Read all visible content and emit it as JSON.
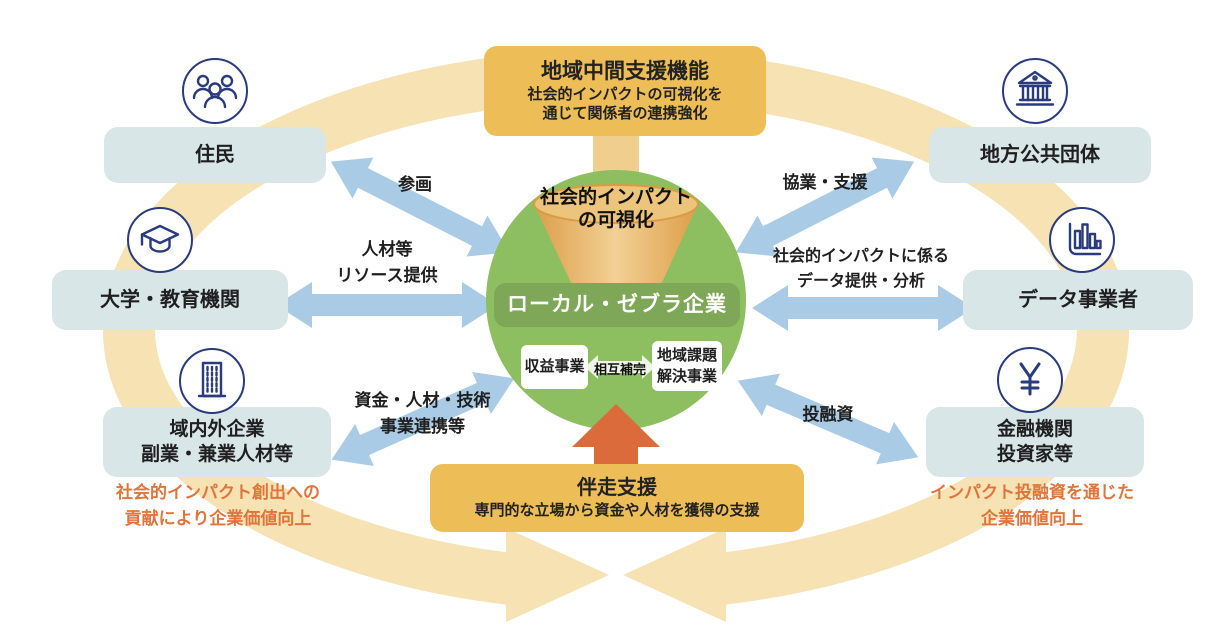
{
  "top_support": {
    "title": "地域中間支援機能",
    "sub1": "社会的インパクトの可視化を",
    "sub2": "通じて関係者の連携強化"
  },
  "bottom_support": {
    "title": "伴走支援",
    "sub": "専門的な立場から資金や人材を獲得の支援"
  },
  "center": {
    "impact1": "社会的インパクト",
    "impact2": "の可視化",
    "company": "ローカル・ゼブラ企業",
    "profit_business": "収益事業",
    "mutual": "相互補完",
    "social1": "地域課題",
    "social2": "解決事業"
  },
  "stakeholders": {
    "residents": {
      "label": "住民",
      "icon": "people-icon"
    },
    "government": {
      "label": "地方公共団体",
      "icon": "government-building-icon"
    },
    "university": {
      "label": "大学・教育機関",
      "icon": "graduation-cap-icon"
    },
    "data_provider": {
      "label": "データ事業者",
      "icon": "bar-chart-icon"
    },
    "companies": {
      "line1": "域内外企業",
      "line2": "副業・兼業人材等",
      "icon": "office-building-icon"
    },
    "finance": {
      "line1": "金融機関",
      "line2": "投資家等",
      "icon": "yen-icon"
    }
  },
  "relations": {
    "participation": "参画",
    "resources1": "人材等",
    "resources2": "リソース提供",
    "funding1": "資金・人材・技術",
    "funding2": "事業連携等",
    "collaboration": "協業・支援",
    "data1": "社会的インパクトに係る",
    "data2": "データ提供・分析",
    "investment": "投融資"
  },
  "benefits": {
    "left1": "社会的インパクト創出への",
    "left2": "貢献により企業価値向上",
    "right1": "インパクト投融資を通じた",
    "right2": "企業価値向上"
  },
  "colors": {
    "ring_cream": "#F6E2B2",
    "connector_tan": "#EFCE8E",
    "amber_box": "#EDBE57",
    "green_circle": "#8DBE5F",
    "green_pill": "#7EA758",
    "blue_arrow": "#A9CBE5",
    "stakeholder_box": "#D9E6E8",
    "icon_navy": "#2A3B7D",
    "orange_text": "#E0743A",
    "red_arrow": "#DB6B3B"
  }
}
